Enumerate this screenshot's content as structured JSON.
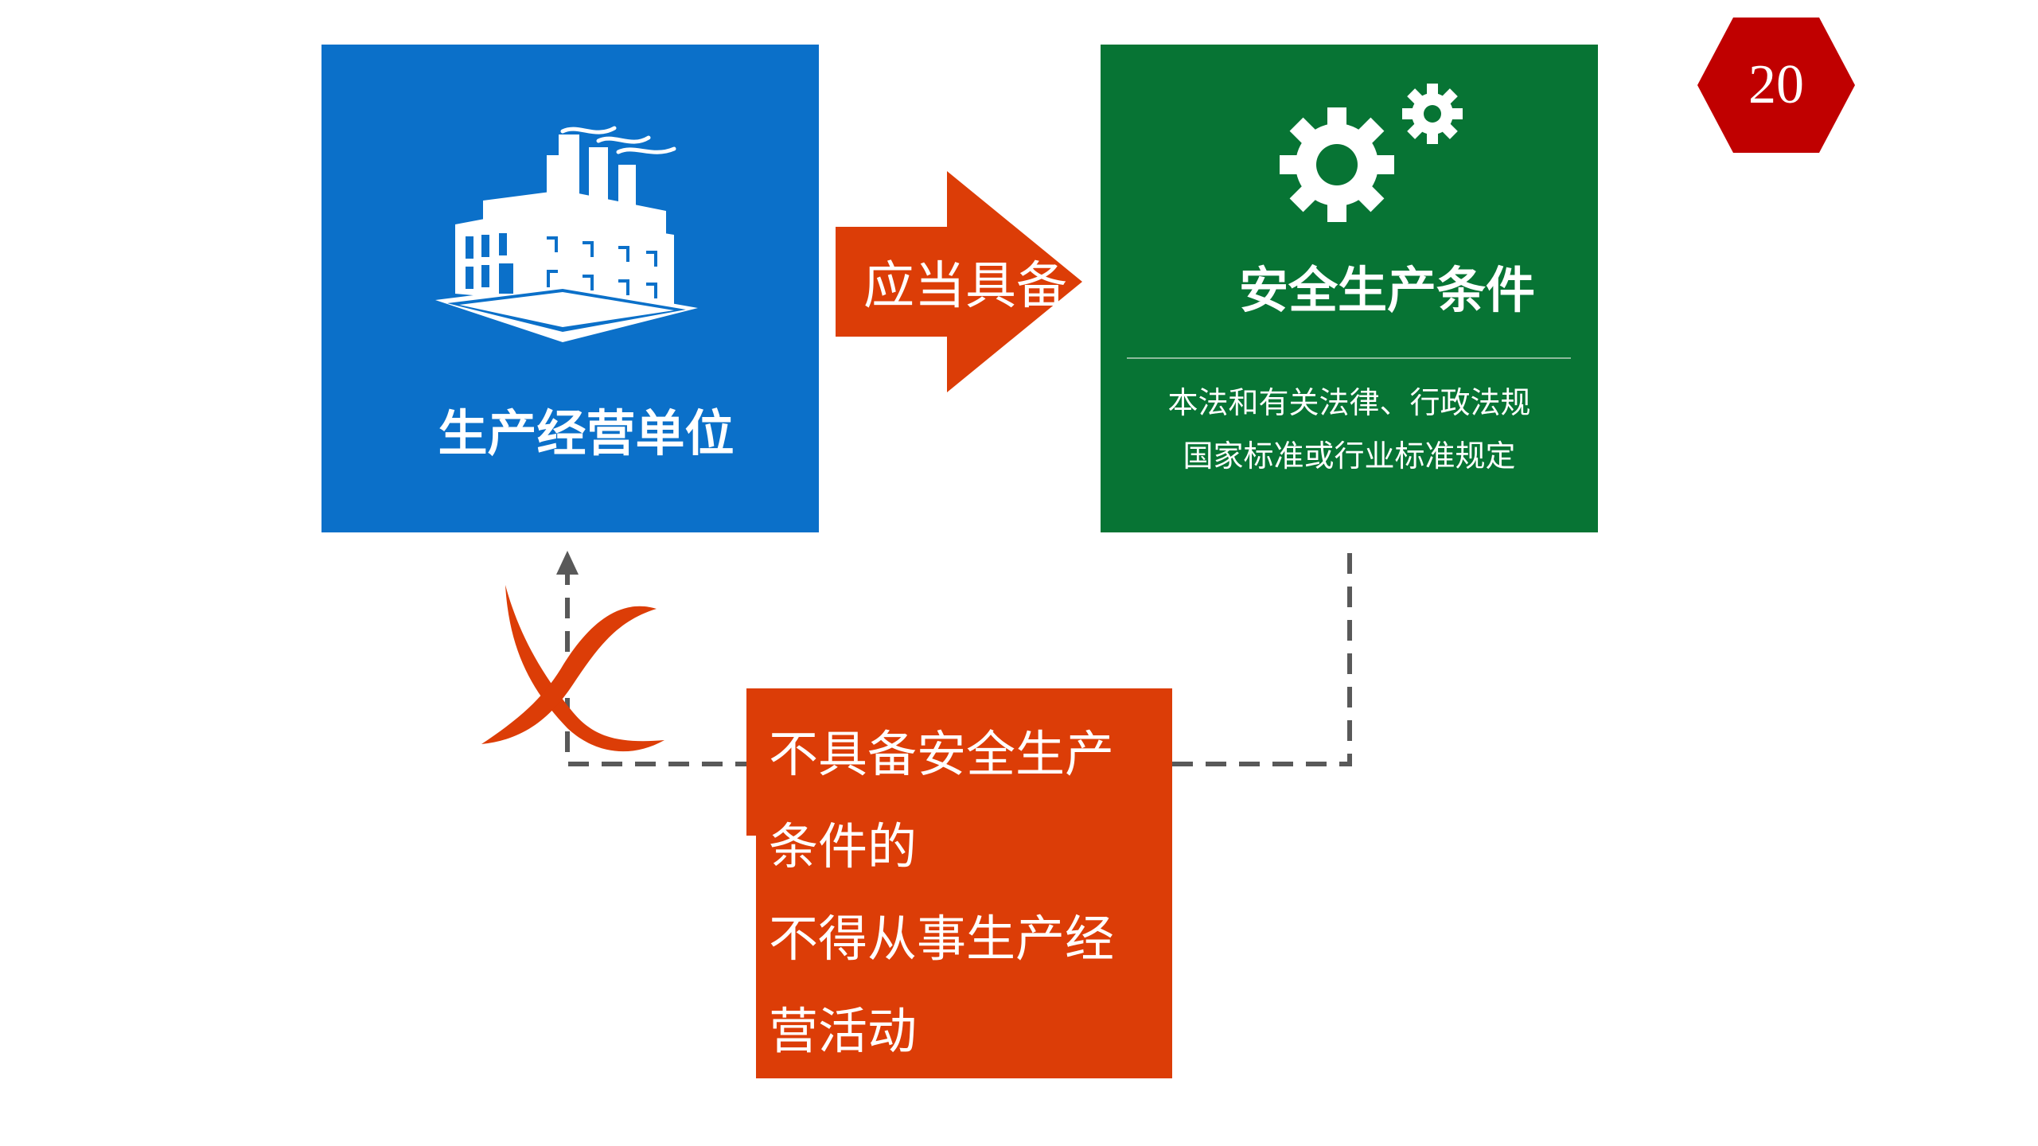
{
  "page_number": "20",
  "colors": {
    "badge": "#c00000",
    "blue_box": "#0b70c9",
    "green_box": "#077434",
    "arrow": "#dc3d07",
    "callout": "#dc3d07",
    "dash": "#595959",
    "x_mark": "#dc3d07"
  },
  "icons": {
    "factory": "factory-icon",
    "gears": "gears-icon",
    "x_mark": "x-mark-icon"
  },
  "blue_box": {
    "label": "生产经营单位"
  },
  "arrow": {
    "label": "应当具备"
  },
  "green_box": {
    "title": "安全生产条件",
    "line1": "本法和有关法律、行政法规",
    "line2": "国家标准或行业标准规定"
  },
  "callout": {
    "lines": [
      "不具备安全生产",
      "条件的",
      "不得从事生产经",
      "营活动"
    ]
  }
}
